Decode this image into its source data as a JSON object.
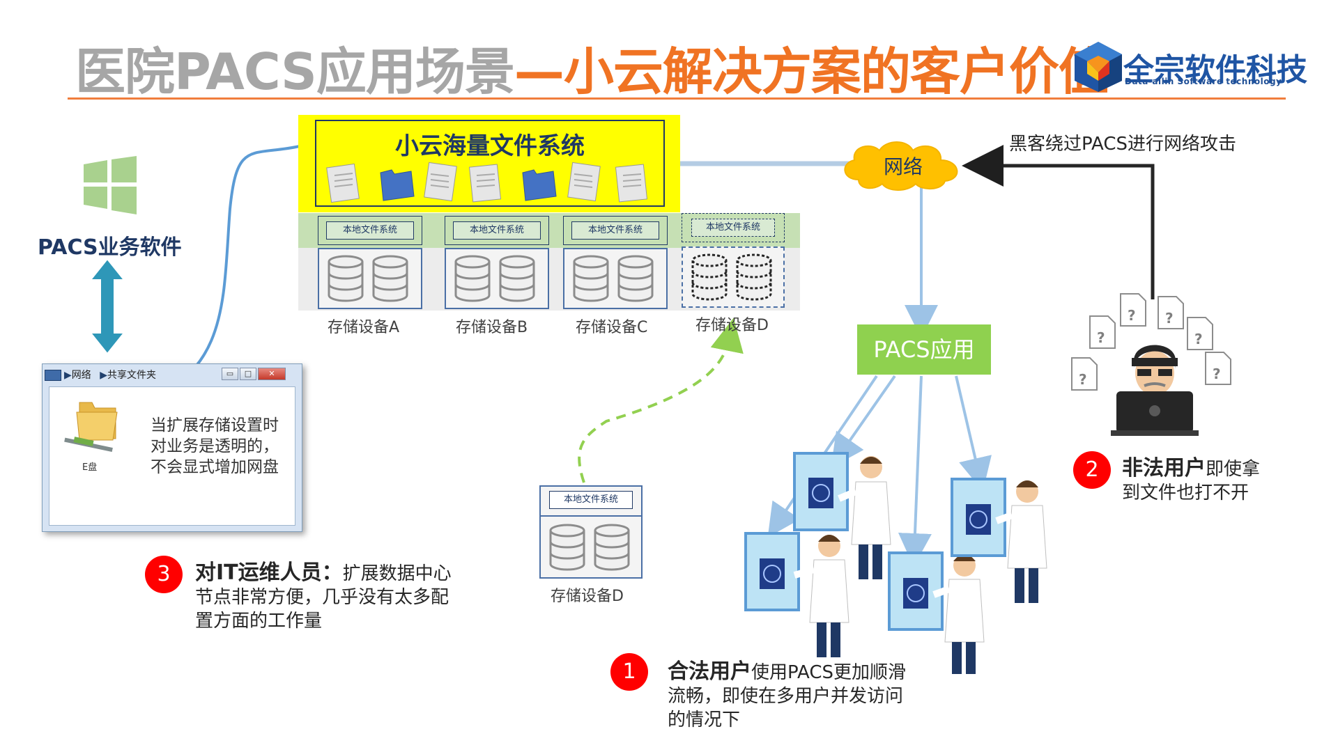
{
  "header": {
    "title_gray": "医院PACS应用场景",
    "title_orange": "—小云解决方案的客户价值",
    "logo_name": "全宗软件科技",
    "logo_tagline": "Data-allin Software technology",
    "colors": {
      "title_gray": "#a6a6a6",
      "title_orange": "#f07323",
      "logo_blue": "#1f55a4"
    }
  },
  "file_system": {
    "title": "小云海量文件系统",
    "local_fs_label": "本地文件系统",
    "devices": [
      {
        "label": "存储设备A"
      },
      {
        "label": "存储设备B"
      },
      {
        "label": "存储设备C"
      },
      {
        "label": "存储设备D"
      }
    ],
    "new_device": {
      "fs_label": "本地文件系统",
      "label": "存储设备D"
    }
  },
  "network": {
    "label": "网络"
  },
  "pacs_app": {
    "label": "PACS应用"
  },
  "pacs_software": {
    "label": "PACS业务软件"
  },
  "explorer_window": {
    "path": [
      "网络",
      "共享文件夹"
    ],
    "drive_label": "E盘",
    "note": [
      "当扩展存储设置时",
      "对业务是透明的，",
      "不会显式增加网盘"
    ]
  },
  "hacker": {
    "caption": "黑客绕过PACS进行网络攻击"
  },
  "callouts": [
    {
      "number": "1",
      "highlight": "合法用户",
      "text": [
        "使用PACS更加顺滑",
        "流畅，即使在多用户并发访问",
        "的情况下"
      ]
    },
    {
      "number": "2",
      "highlight": "非法用户",
      "text": [
        "即使拿",
        "到文件也打不开"
      ]
    },
    {
      "number": "3",
      "highlight": "对IT运维人员：",
      "text": [
        "扩展数据中心",
        "节点非常方便，几乎没有太多配",
        "置方面的工作量"
      ]
    }
  ]
}
